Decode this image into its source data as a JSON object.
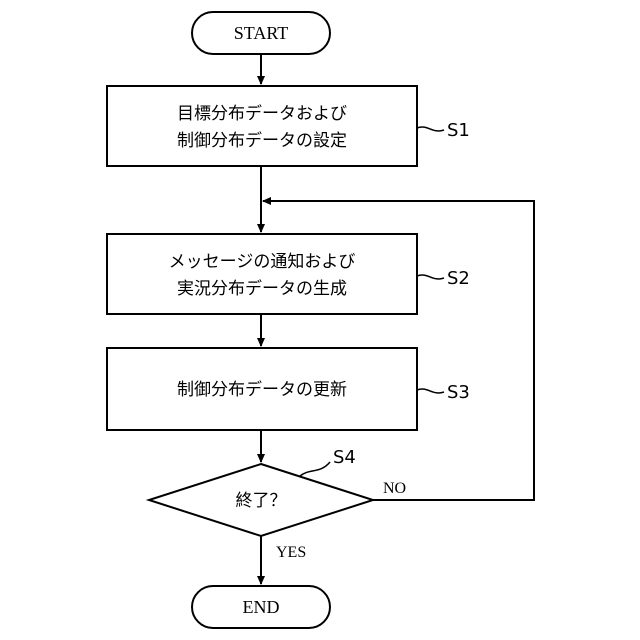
{
  "flowchart": {
    "start": "START",
    "end": "END",
    "steps": [
      {
        "id": "S1",
        "lines": [
          "目標分布データおよび",
          "制御分布データの設定"
        ]
      },
      {
        "id": "S2",
        "lines": [
          "メッセージの通知および",
          "実況分布データの生成"
        ]
      },
      {
        "id": "S3",
        "lines": [
          "制御分布データの更新"
        ]
      }
    ],
    "decision": {
      "id": "S4",
      "text": "終了？",
      "no_label": "NO",
      "yes_label": "YES"
    }
  }
}
